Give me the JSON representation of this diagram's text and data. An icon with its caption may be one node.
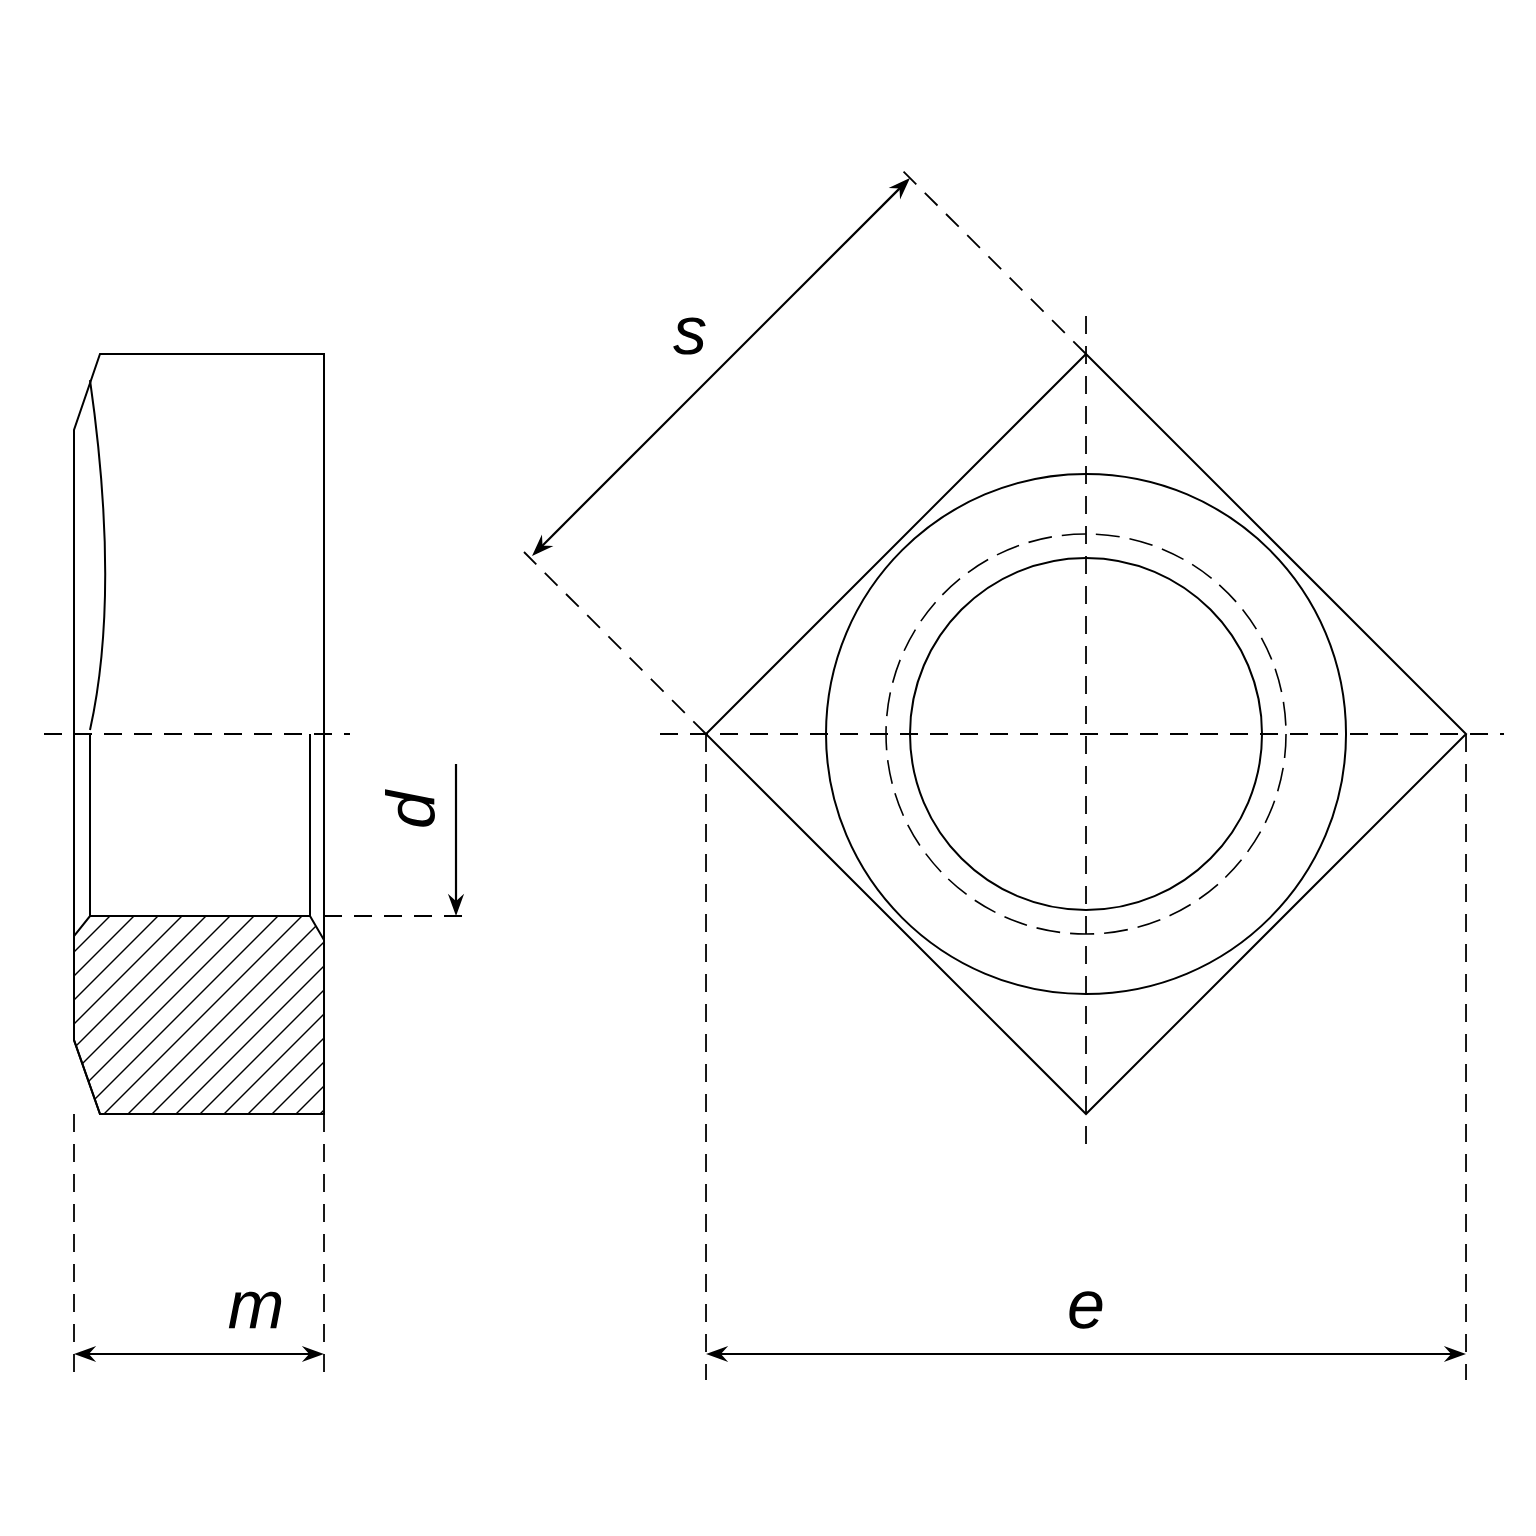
{
  "diagram": {
    "labels": [
      "s",
      "d",
      "m",
      "e"
    ]
  }
}
